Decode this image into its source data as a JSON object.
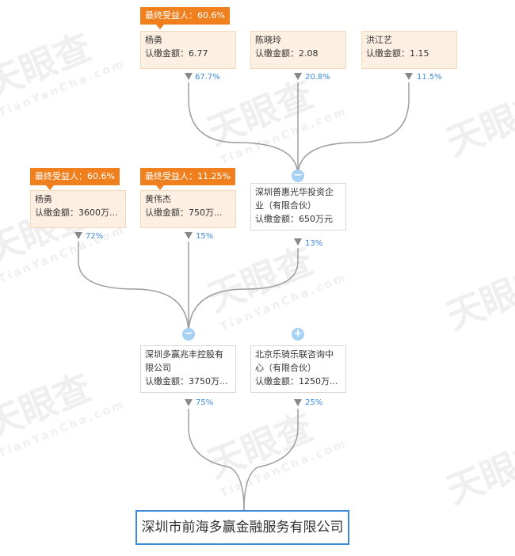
{
  "badges": {
    "b1": "最终受益人：60.6%",
    "b2": "最终受益人：60.6%",
    "b3": "最终受益人：11.25%"
  },
  "nodes": {
    "yangyong_top": {
      "name": "杨勇",
      "amount": "认缴金额：6.77",
      "percent": "67.7%"
    },
    "chenxiaoling": {
      "name": "陈晓玲",
      "amount": "认缴金额：2.08",
      "percent": "20.8%"
    },
    "hongjiangyi": {
      "name": "洪江艺",
      "amount": "认缴金额：1.15",
      "percent": "11.5%"
    },
    "yangyong_mid": {
      "name": "杨勇",
      "amount": "认缴金额：3600万...",
      "percent": "72%"
    },
    "huangweijie": {
      "name": "黄伟杰",
      "amount": "认缴金额：750万...",
      "percent": "15%"
    },
    "shenzhen_puhui": {
      "name_line1": "深圳普惠光华投资企",
      "name_line2": "业（有限合伙）",
      "amount": "认缴金额：650万元",
      "percent": "13%"
    },
    "shenzhen_duoying": {
      "name_line1": "深圳多赢兆丰控股有",
      "name_line2": "限公司",
      "amount": "认缴金额：3750万...",
      "percent": "75%"
    },
    "beijing_leqi": {
      "name_line1": "北京乐骑乐联咨询中",
      "name_line2": "心（有限合伙）",
      "amount": "认缴金额：1250万...",
      "percent": "25%"
    }
  },
  "root": {
    "name": "深圳市前海多赢金融服务有限公司"
  },
  "toggles": {
    "collapse": "−",
    "expand": "+"
  },
  "watermark": {
    "brand": "天眼查",
    "sub": "TianYanCha.com"
  },
  "colors": {
    "badge": "#f07f1e",
    "card_bg": "#fdefe2",
    "link": "#9e9e9e",
    "percent": "#3b8bd8",
    "toggle": "#a7d0f5",
    "root_border": "#3b8bd8"
  }
}
